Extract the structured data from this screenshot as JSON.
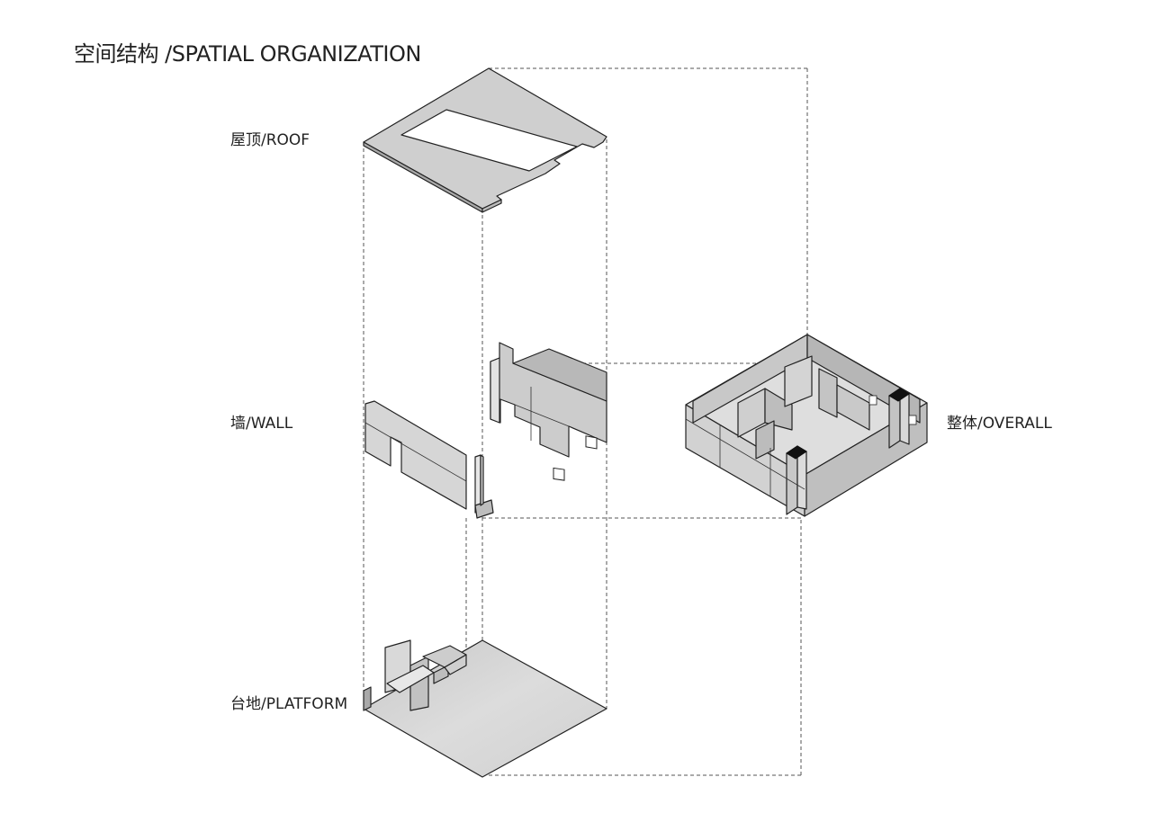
{
  "title": "空间结构 /SPATIAL ORGANIZATION",
  "layers": {
    "roof": "屋顶/ROOF",
    "wall": "墙/WALL",
    "platform": "台地/PLATFORM",
    "overall": "整体/OVERALL"
  },
  "colors": {
    "surface": "#d2d2d2",
    "surface_light": "#e4e4e4",
    "surface_dark": "#b4b4b4",
    "line": "#222222",
    "guide": "#555555"
  }
}
